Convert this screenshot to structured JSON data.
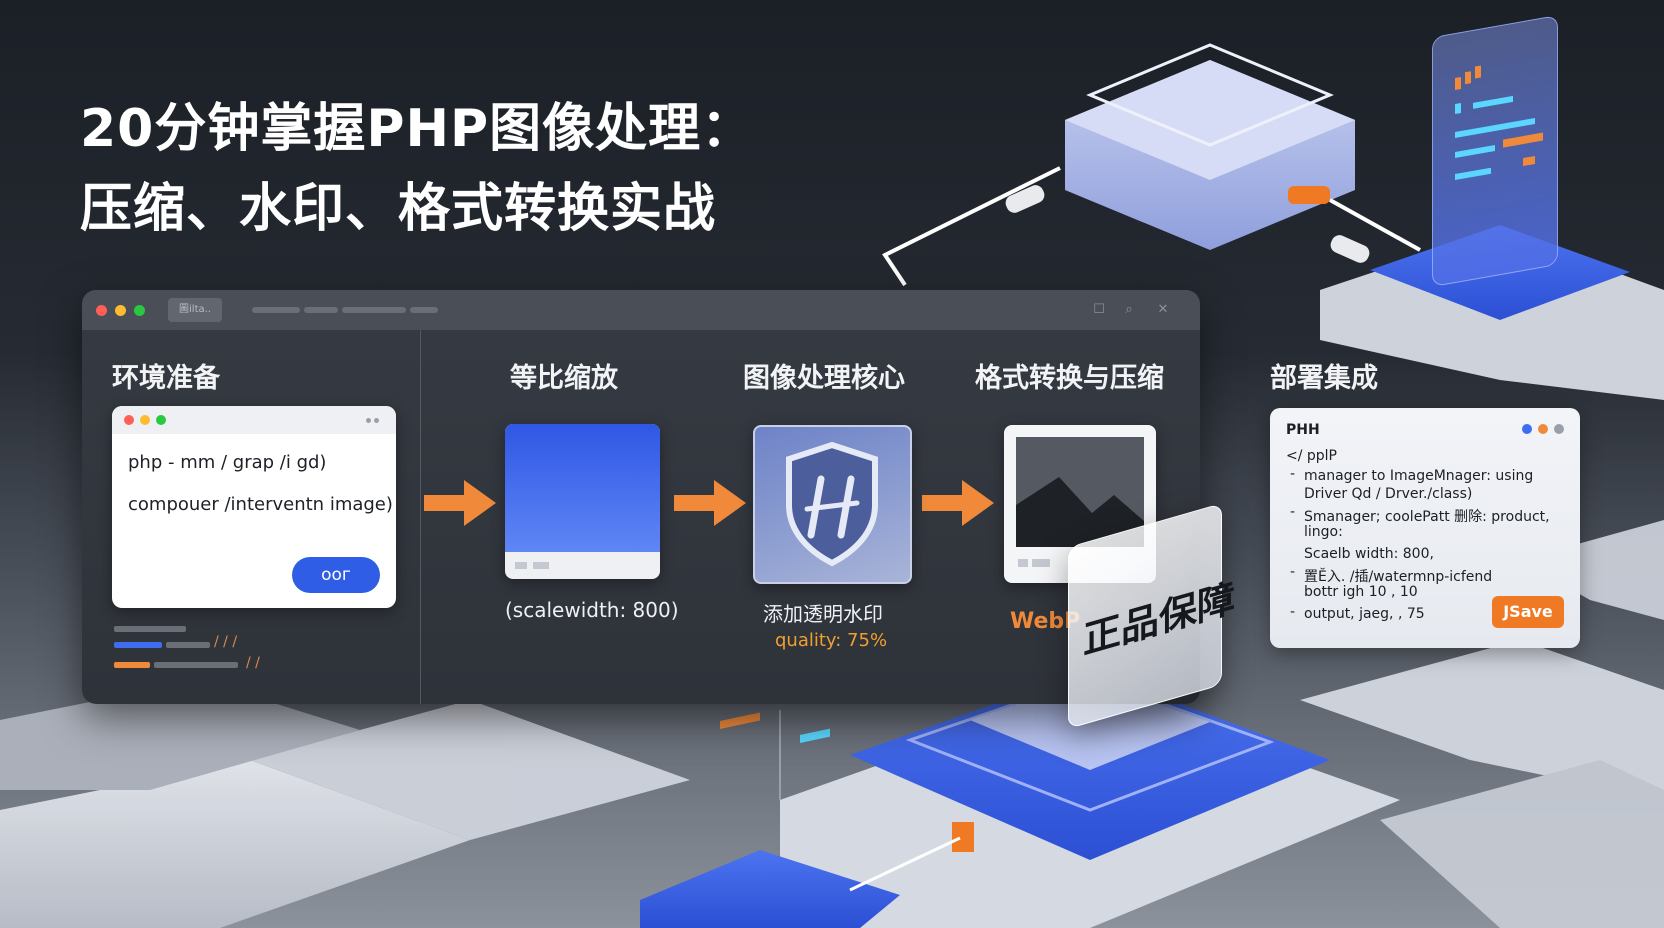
{
  "title": {
    "line1": "20分钟掌握PHP图像处理：",
    "line2": "压缩、水印、格式转换实战"
  },
  "window": {
    "tab_label": "圖ilta..",
    "dots": [
      "#ff5f57",
      "#febc2e",
      "#28c840"
    ]
  },
  "stages": [
    {
      "title": "环境准备"
    },
    {
      "title": "等比缩放"
    },
    {
      "title": "图像处理核心"
    },
    {
      "title": "格式转换与压缩"
    },
    {
      "title": "部署集成"
    }
  ],
  "env": {
    "cmd1": "php - mm / grap /i gd)",
    "cmd2": "compouer /interventn image)",
    "button": "ooг",
    "ticks": [
      "/ / /",
      "/ /"
    ]
  },
  "scale": {
    "caption": "(scalewidth: 800)"
  },
  "watermark": {
    "caption": "添加透明水印",
    "quality": "quality: 75%"
  },
  "format": {
    "webp": "WebP",
    "badge": "正品保障"
  },
  "deploy": {
    "header": "PHH",
    "lines": [
      "</ pplP",
      "manager to ImageMnager:  using",
      "Driver Qd / Drver./class)",
      "Smanager; coolePatt 删除: product,",
      "lingo:",
      "Scaelb width: 800,",
      "置Ĕ入. /插/watermnp-icfend",
      "bottr igh 10 , 10",
      "output, jaeg, , 75"
    ],
    "save_button": "JSave"
  },
  "colors": {
    "accent_blue": "#2f5de6",
    "accent_orange": "#f08a3a",
    "panel": "#363a42"
  }
}
